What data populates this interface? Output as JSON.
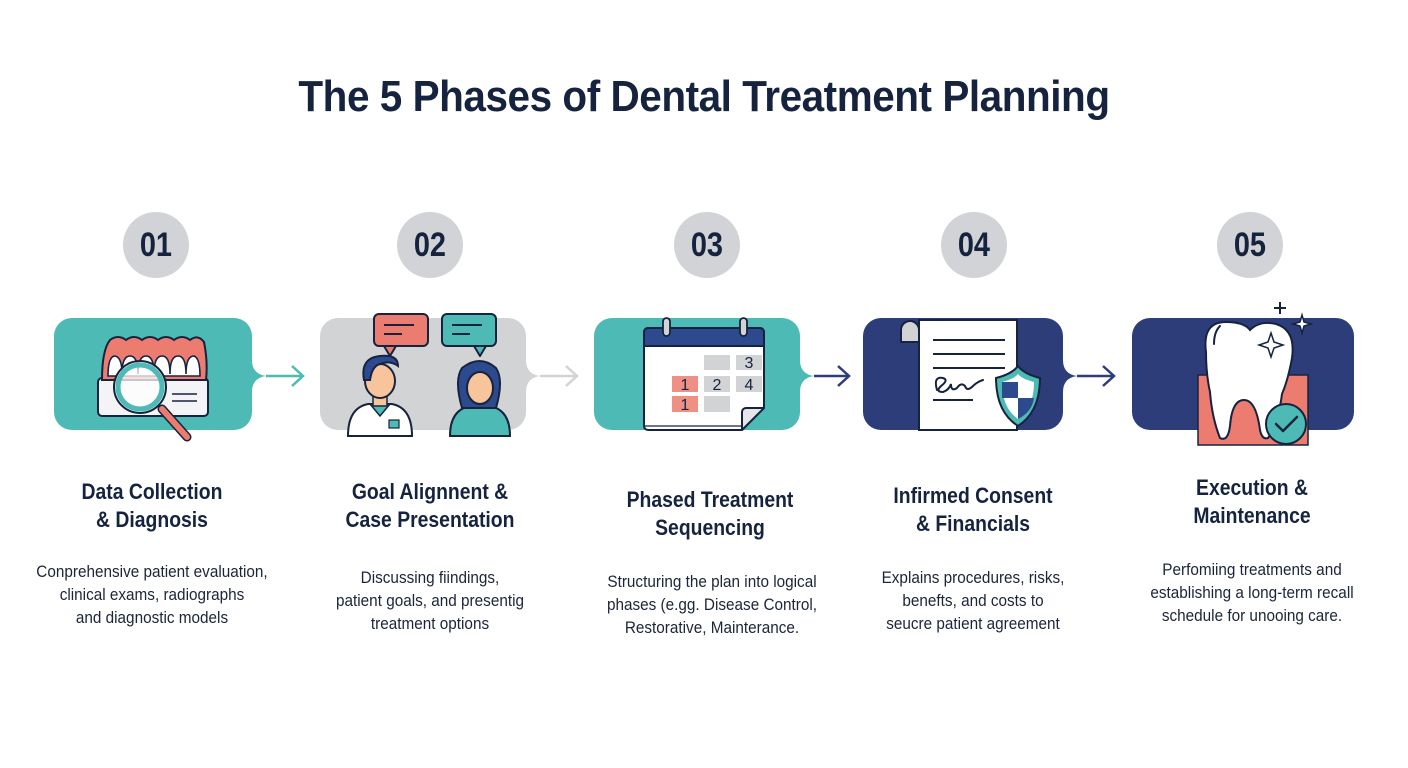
{
  "title": "The 5 Phases of Dental Treatment Planning",
  "colors": {
    "navy": "#16233f",
    "teal": "#4dbab5",
    "indigo": "#2d3d7a",
    "gray_card": "#d2d3d5",
    "coral": "#ec7c6f",
    "circle_gray": "#d1d3d6"
  },
  "phases": [
    {
      "number": "01",
      "icon": "teeth-magnifier-icon",
      "heading_line1": "Data Collection",
      "heading_line2": "& Diagnosis",
      "desc_line1": "Conprehensive patient evaluation,",
      "desc_line2": "clinical exams, radiographs",
      "desc_line3": "and diagnostic models"
    },
    {
      "number": "02",
      "icon": "dentist-patient-conversation-icon",
      "heading_line1": "Goal Alignnent &",
      "heading_line2": "Case Presentation",
      "desc_line1": "Discussing fiindings,",
      "desc_line2": "patient goals, and presentig",
      "desc_line3": "treatment options"
    },
    {
      "number": "03",
      "icon": "calendar-sequence-icon",
      "calendar_cells": [
        "3",
        "1",
        "2",
        "4",
        "1"
      ],
      "heading_line1": "Phased Treatment",
      "heading_line2": "Sequencing",
      "desc_line1": "Structuring the plan into logical",
      "desc_line2": "phases (e.gg. Disease Control,",
      "desc_line3": "Restorative, Mainterance."
    },
    {
      "number": "04",
      "icon": "signed-document-shield-icon",
      "heading_line1": "Infirmed Consent",
      "heading_line2": "& Financials",
      "desc_line1": "Explains procedures, risks,",
      "desc_line2": "benefts, and costs to",
      "desc_line3": "seucre patient agreement"
    },
    {
      "number": "05",
      "icon": "tooth-check-sparkle-icon",
      "heading_line1": "Execution &",
      "heading_line2": "Maintenance",
      "desc_line1": "Perfomiing treatments and",
      "desc_line2": "establishing a long-term recall",
      "desc_line3": "schedule for unooing care."
    }
  ]
}
